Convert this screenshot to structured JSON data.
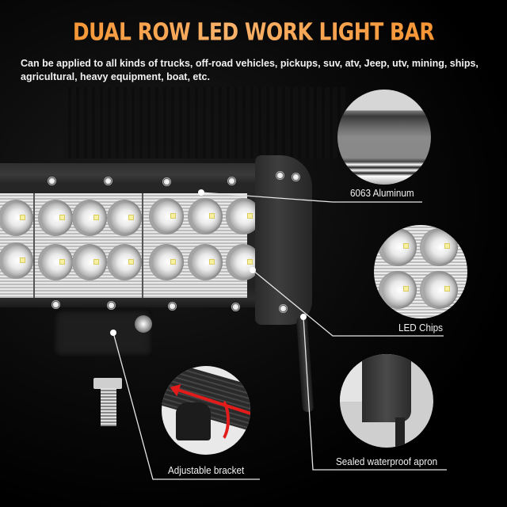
{
  "header": {
    "title": "DUAL ROW LED WORK LIGHT BAR",
    "description": "Can be applied to all kinds of trucks, off-road vehicles, pickups, suv, atv, Jeep, utv, mining, ships, agricultural, heavy equipment, boat, etc."
  },
  "callouts": [
    {
      "id": "aluminum",
      "label": "6063 Aluminum"
    },
    {
      "id": "led-chips",
      "label": "LED Chips"
    },
    {
      "id": "sealed-apron",
      "label": "Sealed waterproof apron"
    },
    {
      "id": "bracket",
      "label": "Adjustable bracket"
    }
  ],
  "colors": {
    "title_gradient_start": "#f58a1f",
    "title_gradient_mid": "#f9b26a",
    "background": "#000000",
    "callout_line": "#e6e6e6",
    "arrow_red": "#e21b1b",
    "led_chip": "#f7f0a0"
  }
}
